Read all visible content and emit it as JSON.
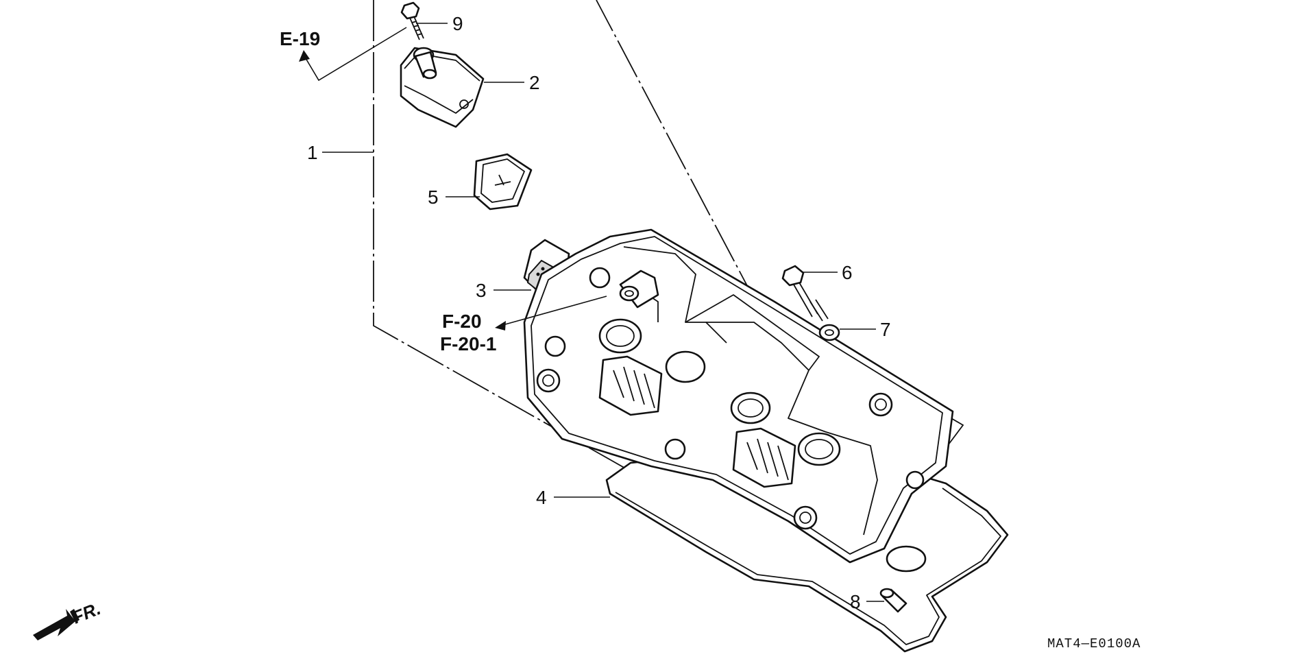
{
  "diagram": {
    "callouts": [
      {
        "id": "1",
        "label": "1"
      },
      {
        "id": "2",
        "label": "2"
      },
      {
        "id": "3",
        "label": "3"
      },
      {
        "id": "4",
        "label": "4"
      },
      {
        "id": "5",
        "label": "5"
      },
      {
        "id": "6",
        "label": "6"
      },
      {
        "id": "7",
        "label": "7"
      },
      {
        "id": "8",
        "label": "8"
      },
      {
        "id": "9",
        "label": "9"
      }
    ],
    "references": {
      "e19": "E-19",
      "f20": "F-20",
      "f20_1": "F-20-1"
    },
    "front_indicator": "FR.",
    "drawing_code": "MAT4—E0100A"
  }
}
